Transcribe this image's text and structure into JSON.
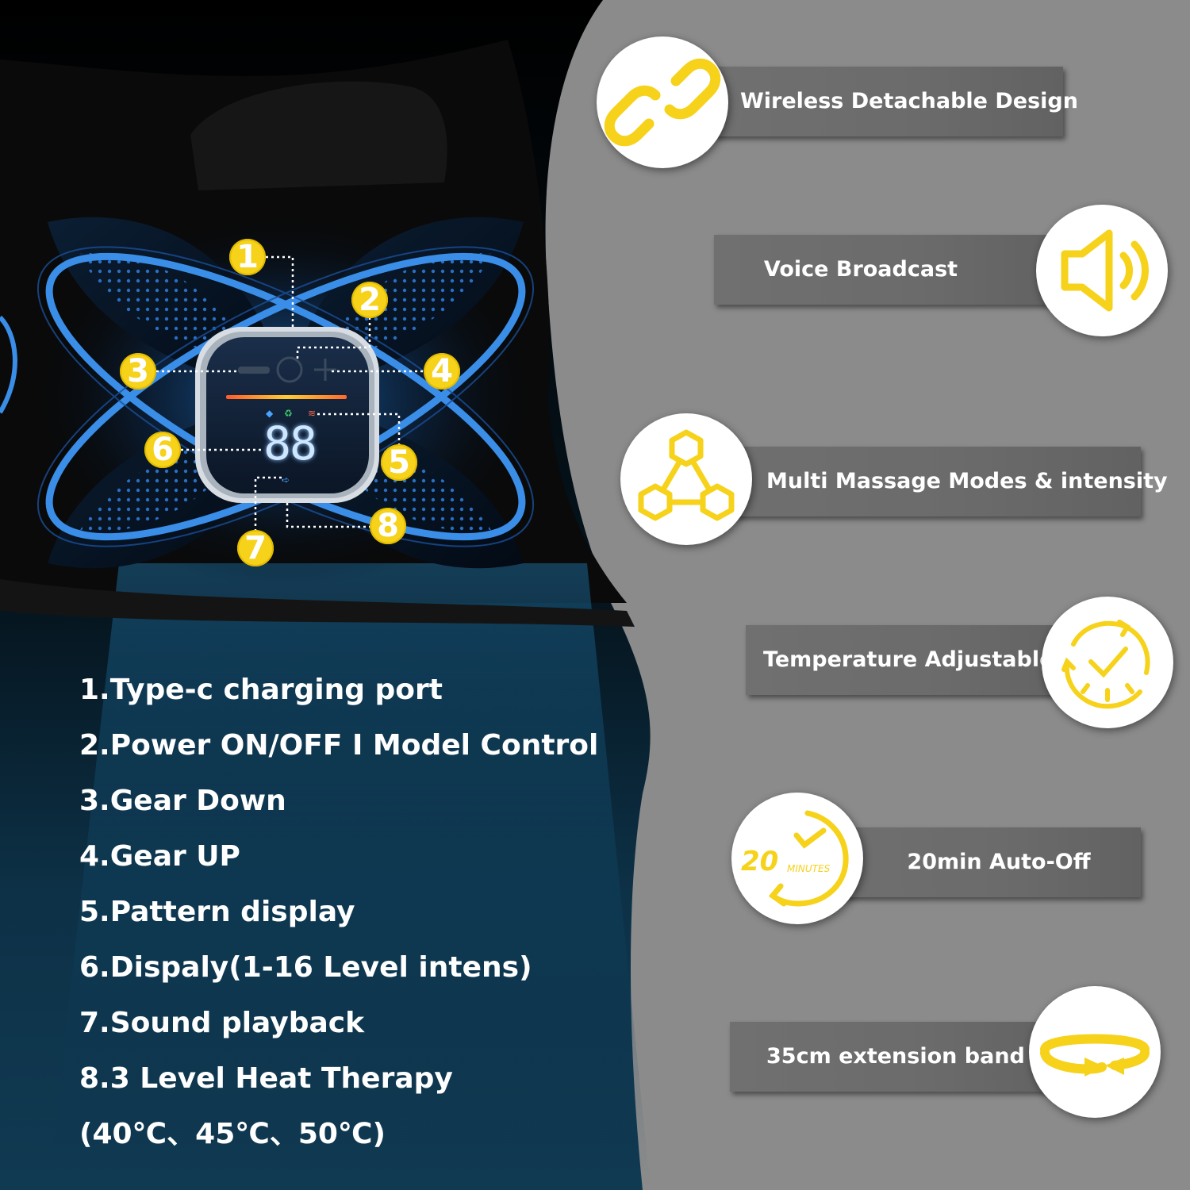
{
  "features": [
    {
      "label": "Wireless Detachable Design",
      "icon": "link-icon"
    },
    {
      "label": "Voice Broadcast",
      "icon": "speaker-icon"
    },
    {
      "label": "Multi Massage Modes & intensity",
      "icon": "hexagon-network-icon"
    },
    {
      "label": "Temperature Adjustable",
      "icon": "clock-check-icon"
    },
    {
      "label": "20min Auto-Off",
      "icon": "timer-20-minutes-icon",
      "icon_text_big": "20",
      "icon_text_small": "MINUTES"
    },
    {
      "label": "35cm extension band",
      "icon": "band-loop-icon"
    }
  ],
  "device": {
    "display_value": "88",
    "callouts": [
      "1",
      "2",
      "3",
      "4",
      "5",
      "6",
      "7",
      "8"
    ]
  },
  "spec_list": [
    "1.Type-c charging port",
    "2.Power ON/OFF I Model Control",
    "3.Gear Down",
    "4.Gear UP",
    "5.Pattern display",
    "6.Dispaly(1-16 Level intens)",
    "7.Sound playback",
    "8.3 Level Heat Therapy",
    "(40℃、45℃、50℃)"
  ],
  "colors": {
    "accent_yellow": "#f6d21a",
    "panel_gray": "#8a8a8a",
    "band_black": "#111111",
    "glow_blue": "#3a8ee8"
  }
}
